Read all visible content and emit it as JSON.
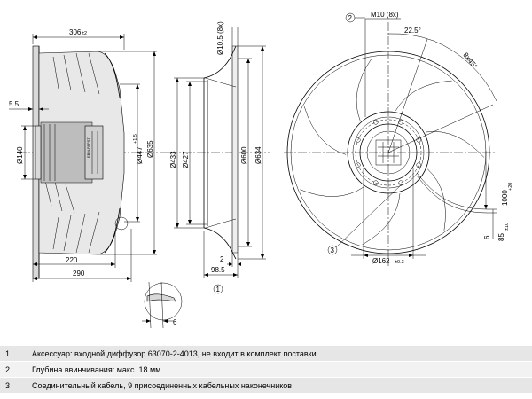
{
  "dimensions": {
    "w306": "306",
    "w306_tol": "±2",
    "w5_5": "5.5",
    "d140": "Ø140",
    "d447": "Ø447",
    "d447_tol": "+1.5",
    "d635": "Ø635",
    "w220": "220",
    "w290": "290",
    "d10_5": "Ø10.5 (8x)",
    "d433": "Ø433",
    "d427": "Ø427",
    "d600": "Ø600",
    "d634": "Ø634",
    "w2": "2",
    "w98_5": "98.5",
    "w6_detail": "6",
    "m10": "M10 (8x)",
    "a22_5": "22.5°",
    "a8x45": "8x45°",
    "l1000": "1000",
    "l1000_tol": "+20",
    "w6_right": "6",
    "w85": "85",
    "w85_tol": "±10",
    "d162": "Ø162",
    "d162_tol": "±0.3"
  },
  "callouts": {
    "c1": "1",
    "c2": "2",
    "c3": "3"
  },
  "labels": {
    "plate": "EBM-PAPST"
  },
  "notes": [
    {
      "num": "1",
      "text": "Аксессуар: входной диффузор 63070-2-4013, не входит в комплект поставки"
    },
    {
      "num": "2",
      "text": "Глубина ввинчивания: макс. 18 мм"
    },
    {
      "num": "3",
      "text": "Соединительный кабель, 9 присоединенных кабельных наконечников"
    }
  ]
}
